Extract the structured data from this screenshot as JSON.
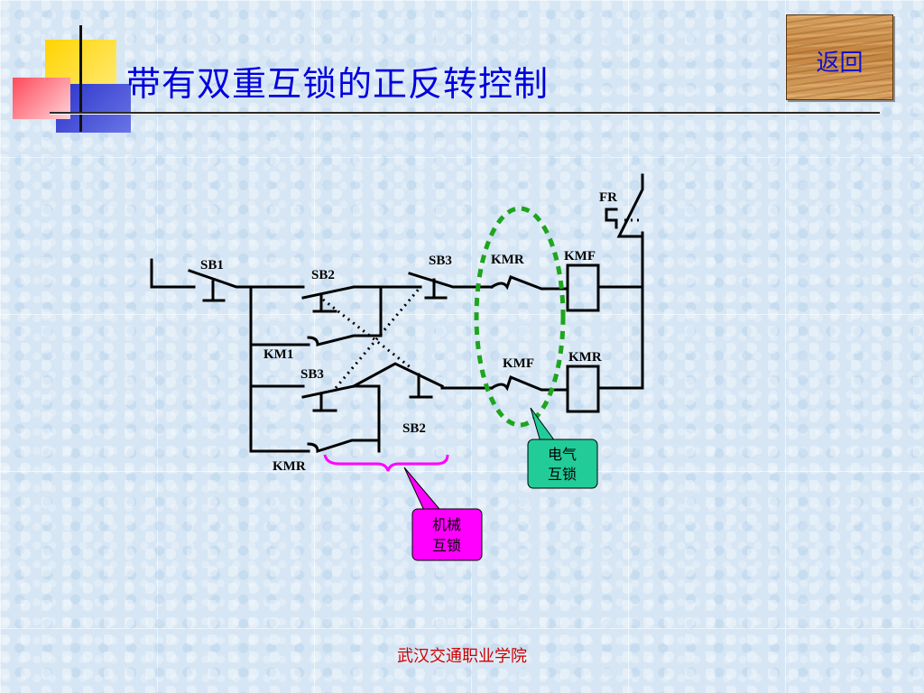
{
  "title": "带有双重互锁的正反转控制",
  "back_button": "返回",
  "footer": "武汉交通职业学院",
  "labels": {
    "fr": "FR",
    "sb1": "SB1",
    "sb2_top": "SB2",
    "sb3_top": "SB3",
    "kmr_contact_top": "KMR",
    "kmf_coil": "KMF",
    "km1": "KM1",
    "sb3_bottom": "SB3",
    "kmf_contact_bottom": "KMF",
    "kmr_coil": "KMR",
    "sb2_bottom": "SB2",
    "kmr_aux": "KMR"
  },
  "callouts": {
    "electrical_1": "电气",
    "electrical_2": "互锁",
    "mechanical_1": "机械",
    "mechanical_2": "互锁"
  },
  "colors": {
    "title": "#0000dd",
    "footer": "#cc0000",
    "electrical_callout": "#22cc99",
    "mechanical_callout": "#ff00ff",
    "electrical_ellipse": "#1ea51e",
    "mechanical_brace": "#ff00ff"
  }
}
